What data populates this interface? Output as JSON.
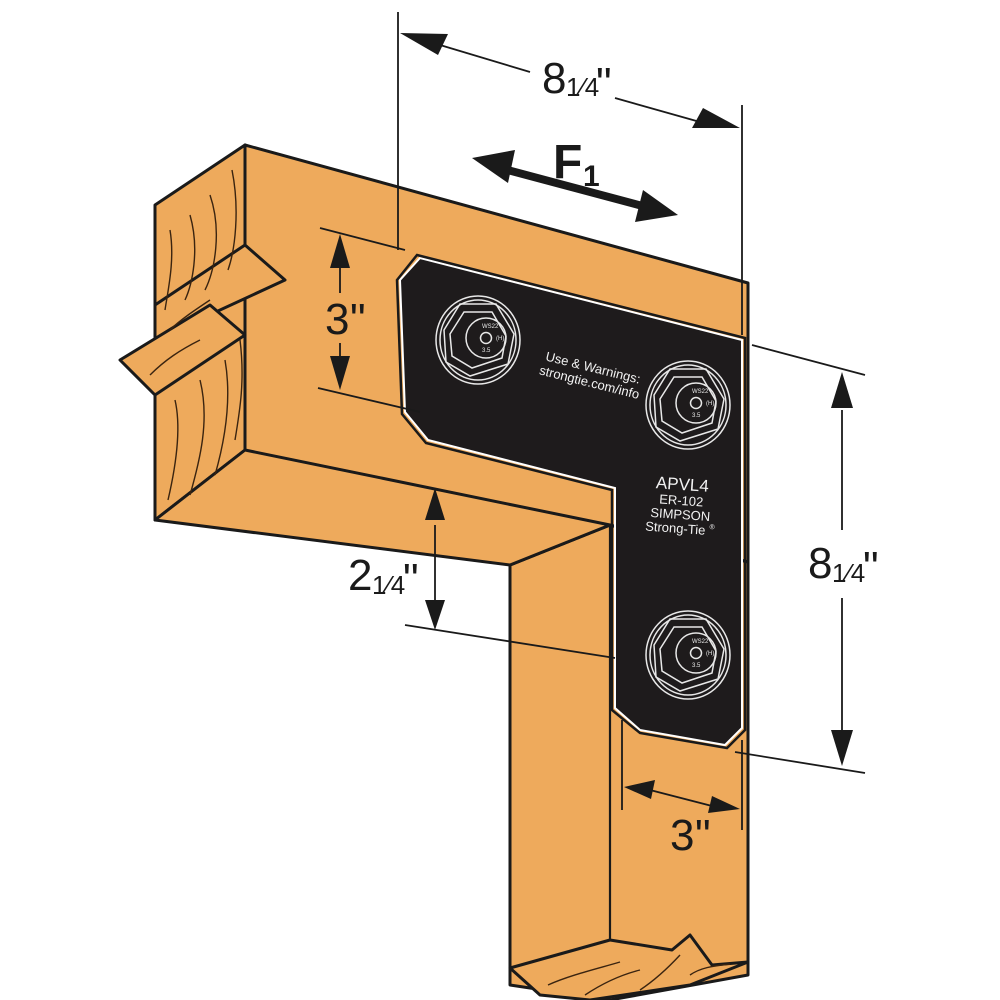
{
  "diagram": {
    "subject": "L-shaped angle plate fastened to wood beam and post",
    "colors": {
      "wood": "#EEAA5C",
      "plate": "#1E1B1C",
      "line": "#1A1A1A",
      "background": "#FFFFFF"
    },
    "dimensions": {
      "top_width": {
        "whole": "8",
        "fraction": "1⁄4",
        "unit": "\""
      },
      "right_height": {
        "whole": "8",
        "fraction": "1⁄4",
        "unit": "\""
      },
      "left_leg_height": {
        "whole": "3",
        "unit": "\""
      },
      "bottom_leg_width": {
        "whole": "3",
        "unit": "\""
      },
      "beam_offset": {
        "whole": "2",
        "fraction": "1⁄4",
        "unit": "\""
      }
    },
    "force": {
      "label": "F",
      "subscript": "1"
    },
    "plate": {
      "info_line1": "Use & Warnings:",
      "info_line2": "strongtie.com/info",
      "model": "APVL4",
      "code": "ER-102",
      "brand1": "SIMPSON",
      "brand2": "Strong-Tie",
      "trademark": "®"
    },
    "bolts": [
      {
        "head_mark": "WS22",
        "side_mark": "(H)",
        "size": "3.5"
      },
      {
        "head_mark": "WS22",
        "side_mark": "(H)",
        "size": "3.5"
      },
      {
        "head_mark": "WS22",
        "side_mark": "(H)",
        "size": "3.5"
      }
    ]
  }
}
